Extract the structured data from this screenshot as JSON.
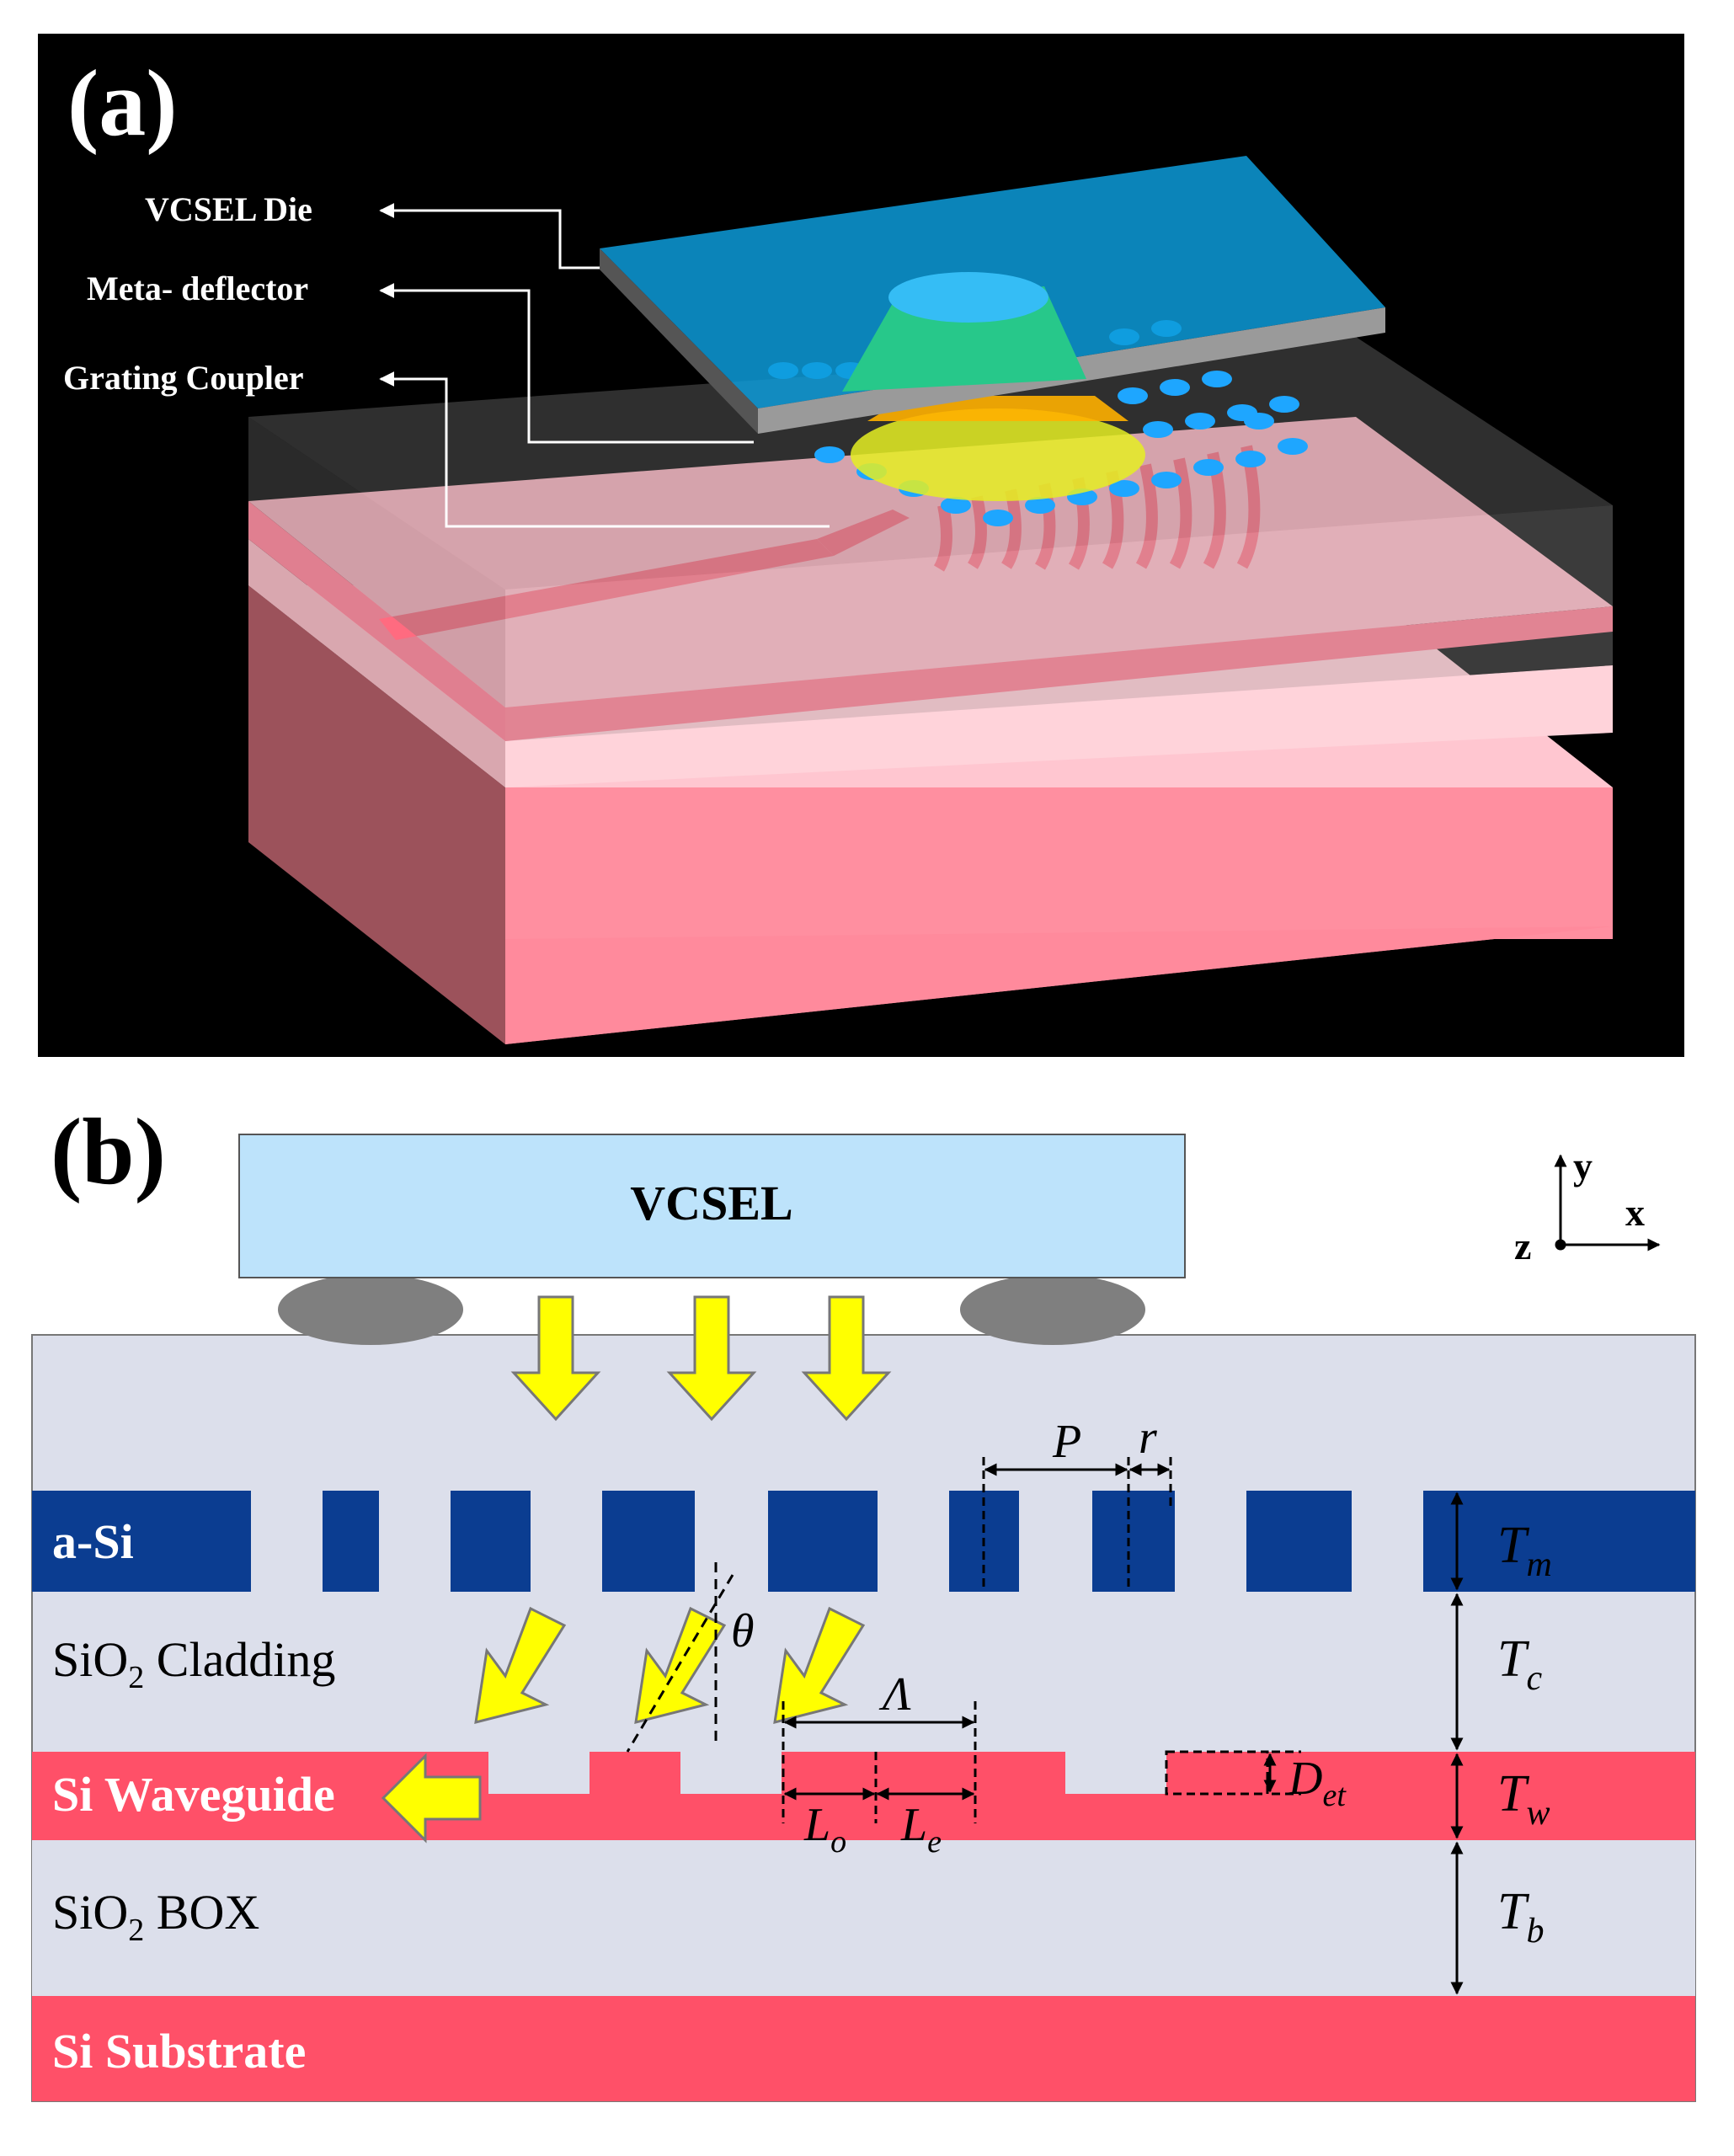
{
  "panel_a": {
    "label": "(a)",
    "callouts": {
      "vcsel_die": "VCSEL Die",
      "meta_deflector": "Meta- deflector",
      "grating_coupler": "Grating Coupler"
    }
  },
  "panel_b": {
    "label": "(b)",
    "vcsel": "VCSEL",
    "axes": {
      "y": "y",
      "x": "x",
      "z": "z"
    },
    "layers": {
      "a_si": "a-Si",
      "cladding_main": "SiO",
      "cladding_sub": "2",
      "cladding_rest": " Cladding",
      "waveguide": "Si Waveguide",
      "box_main": "SiO",
      "box_sub": "2",
      "box_rest": " BOX",
      "substrate": "Si Substrate"
    },
    "dimensions": {
      "P": "P",
      "r": "r",
      "theta": "θ",
      "Lambda": "Λ",
      "Lo_main": "L",
      "Lo_sub": "o",
      "Le_main": "L",
      "Le_sub": "e",
      "Det_main": "D",
      "Det_sub": "et",
      "Tm_main": "T",
      "Tm_sub": "m",
      "Tc_main": "T",
      "Tc_sub": "c",
      "Tw_main": "T",
      "Tw_sub": "w",
      "Tb_main": "T",
      "Tb_sub": "b"
    }
  },
  "colors": {
    "background_a": "#000000",
    "cladding": "#dcdfeb",
    "a_si": "#0b3d91",
    "si": "#ff5068",
    "vcsel": "#bde3fb",
    "arrow": "#ffff00",
    "bump": "#7f7f7f"
  }
}
